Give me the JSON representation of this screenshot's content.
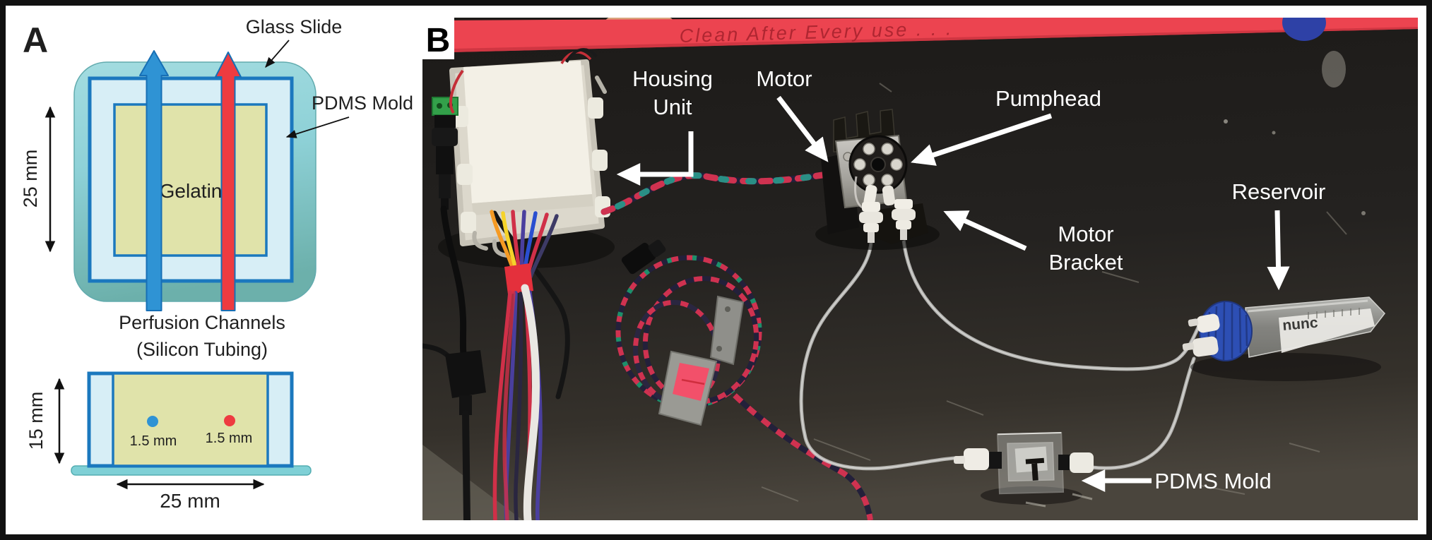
{
  "figure": {
    "panel_a": {
      "label": "A",
      "annotations": {
        "glass_slide": "Glass Slide",
        "pdms_mold": "PDMS Mold",
        "gelatin": "Gelatin",
        "perfusion_line1": "Perfusion Channels",
        "perfusion_line2": "(Silicon Tubing)"
      },
      "dimensions": {
        "gelatin_height": "25 mm",
        "mold_height": "15 mm",
        "gelatin_width": "25 mm",
        "channel_left_diameter": "1.5 mm",
        "channel_right_diameter": "1.5 mm"
      },
      "colors": {
        "glass_slide_teal": "#8ed1d7",
        "pdms_light_blue": "#d7eef6",
        "outline_blue": "#1b78be",
        "gelatin_khaki": "#e0e3aa",
        "flow_arrow_blue": "#2f93d4",
        "flow_arrow_red": "#ee3b40"
      }
    },
    "panel_b": {
      "label": "B",
      "handwriting_on_tape": "Clean   After   Every   use . . .",
      "labels": {
        "housing_line1": "Housing",
        "housing_line2": "Unit",
        "motor": "Motor",
        "pumphead": "Pumphead",
        "bracket_line1": "Motor",
        "bracket_line2": "Bracket",
        "reservoir": "Reservoir",
        "pdms_mold": "PDMS Mold"
      },
      "reservoir_brand": "nunc",
      "colors": {
        "bench_black": "#1c1a18",
        "red_tape_strip": "#ec4450",
        "label_text": "#ffffff",
        "reservoir_cap_blue": "#2d4fb4",
        "terminal_green": "#33a04a",
        "wire_red": "#d03048",
        "wire_purple": "#4a3f9e",
        "wire_green": "#2a8f85",
        "connector_gray": "#9a9a94",
        "tape_pink": "#f2506a"
      }
    }
  }
}
